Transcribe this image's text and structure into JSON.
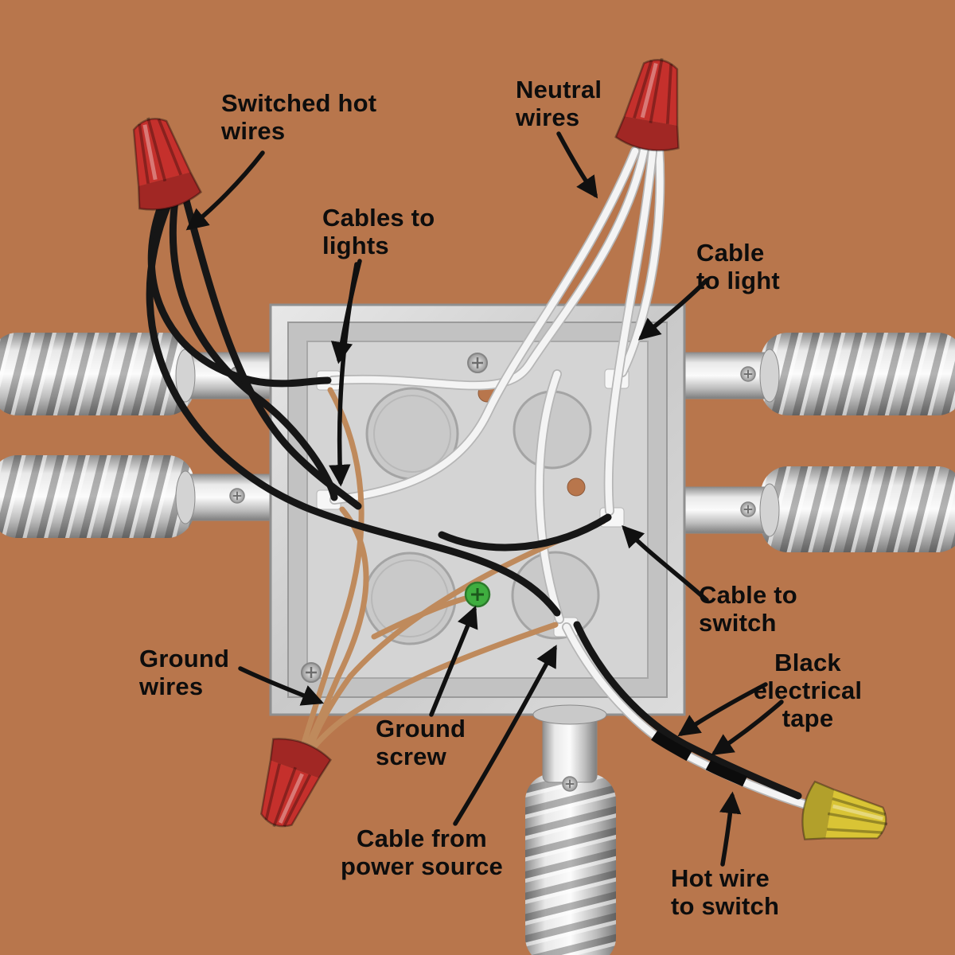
{
  "colors": {
    "background": "#b8764c",
    "box_metal": "#d2d2d2",
    "wire_black": "#161616",
    "wire_white": "#f4f4f4",
    "wire_copper": "#bf8a5c",
    "wire_nut_red": "#c5302c",
    "wire_nut_yellow": "#d9c435",
    "ground_screw_green": "#3fae3f",
    "arrow_color": "#101010",
    "label_color": "#0d0d0d"
  },
  "labels": {
    "switched_hot_wires": "Switched hot\nwires",
    "neutral_wires": "Neutral\nwires",
    "cables_to_lights": "Cables to\nlights",
    "cable_to_light": "Cable\nto light",
    "cable_to_switch": "Cable to\nswitch",
    "ground_wires": "Ground\nwires",
    "ground_screw": "Ground\nscrew",
    "black_electrical_tape": "Black\nelectrical\ntape",
    "cable_from_power_source": "Cable from\npower source",
    "hot_wire_to_switch": "Hot wire\nto switch"
  }
}
